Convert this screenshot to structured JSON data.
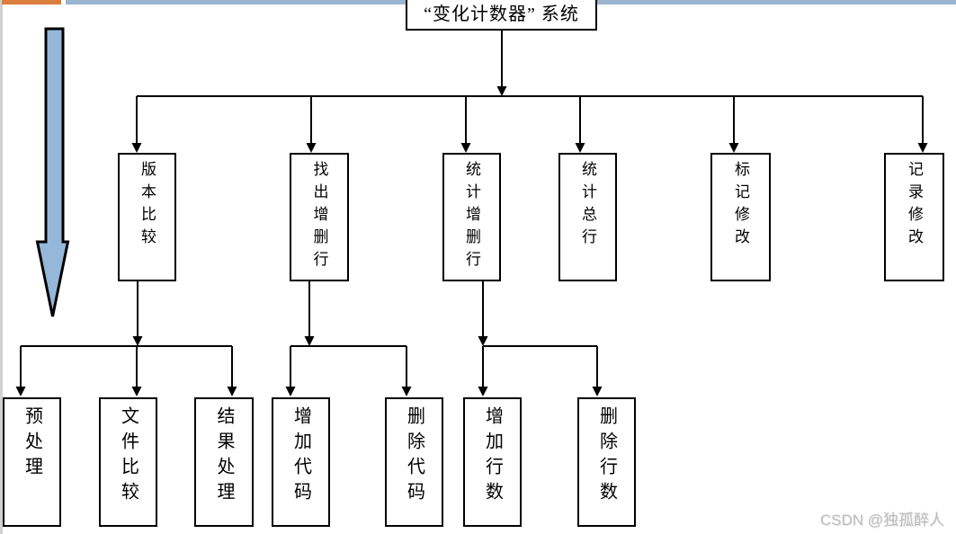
{
  "colors": {
    "top_bar_orange": "#DC7E3D",
    "top_bar_blue": "#9BB5D1",
    "big_arrow_fill": "#94B7DA",
    "line": "#000000"
  },
  "watermark": {
    "text": "CSDN @独孤醉人"
  },
  "diagram": {
    "type": "hierarchy-flowchart",
    "root": {
      "label": "“变化计数器” 系统"
    },
    "level2": [
      {
        "label": "版本比较"
      },
      {
        "label": "找出增删行"
      },
      {
        "label": "统计增删行"
      },
      {
        "label": "统计总行"
      },
      {
        "label": "标记修改"
      },
      {
        "label": "记录修改"
      }
    ],
    "groups": [
      {
        "parent": "版本比较",
        "children": [
          {
            "label": "预处理"
          },
          {
            "label": "文件比较"
          },
          {
            "label": "结果处理"
          }
        ]
      },
      {
        "parent": "找出增删行",
        "children": [
          {
            "label": "增加代码"
          },
          {
            "label": "删除代码"
          }
        ]
      },
      {
        "parent": "统计增删行",
        "children": [
          {
            "label": "增加行数"
          },
          {
            "label": "删除行数"
          }
        ]
      }
    ]
  }
}
